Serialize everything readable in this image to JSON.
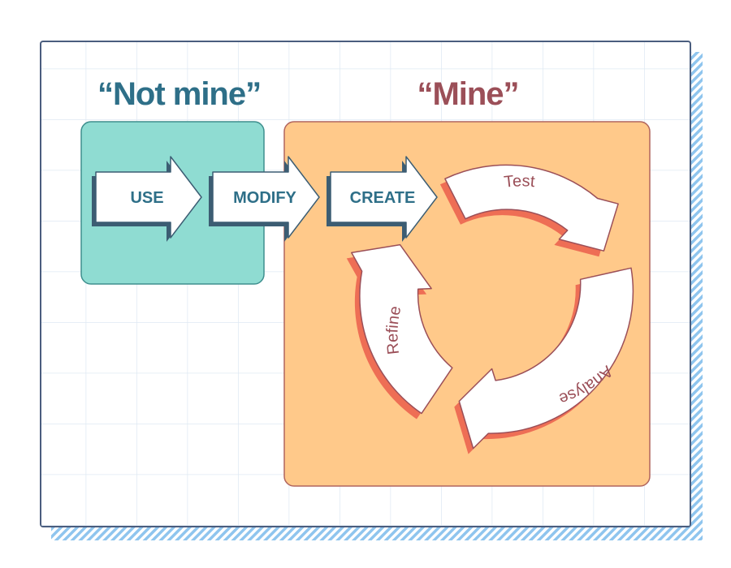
{
  "headings": {
    "not_mine": "“Not mine”",
    "mine": "“Mine”"
  },
  "steps": {
    "use": "USE",
    "modify": "MODIFY",
    "create": "CREATE"
  },
  "cycle": {
    "test": "Test",
    "analyse": "Analyse",
    "refine": "Refine"
  },
  "colors": {
    "grid_line": "#dfe9f3",
    "frame_border": "#4a5d7e",
    "hatch": "#8fc5ee",
    "not_mine_box": "#8fdcd2",
    "not_mine_border": "#3e8f8e",
    "mine_box": "#ffc98a",
    "mine_border": "#b1655e",
    "step_text": "#2e6f88",
    "step_shadow": "#3c5d73",
    "heading_not_mine": "#2e6f88",
    "heading_mine": "#9b4f58",
    "cycle_shadow": "#ee6e55",
    "cycle_text": "#9b4f58"
  }
}
